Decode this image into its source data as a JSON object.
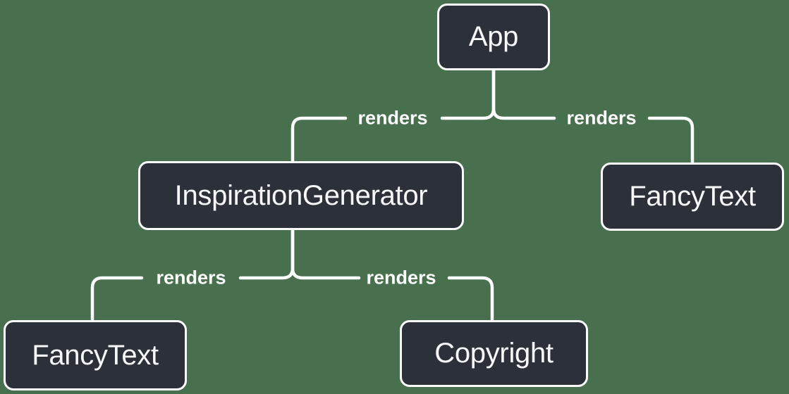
{
  "diagram": {
    "type": "tree",
    "description": "React render tree diagram",
    "nodes": [
      {
        "id": "app",
        "label": "App"
      },
      {
        "id": "inspiration-generator",
        "label": "InspirationGenerator"
      },
      {
        "id": "fancy-text-top",
        "label": "FancyText"
      },
      {
        "id": "fancy-text-bottom",
        "label": "FancyText"
      },
      {
        "id": "copyright",
        "label": "Copyright"
      }
    ],
    "edges": [
      {
        "from": "App",
        "to": "InspirationGenerator",
        "label": "renders"
      },
      {
        "from": "App",
        "to": "FancyText",
        "label": "renders"
      },
      {
        "from": "InspirationGenerator",
        "to": "FancyText",
        "label": "renders"
      },
      {
        "from": "InspirationGenerator",
        "to": "Copyright",
        "label": "renders"
      }
    ],
    "colors": {
      "background": "#48704F",
      "node_fill": "#2B3039",
      "node_border": "#FFFFFF",
      "node_text": "#F6F7F9",
      "edge_line": "#FFFFFF",
      "edge_label_text": "#FFFFFF"
    }
  }
}
